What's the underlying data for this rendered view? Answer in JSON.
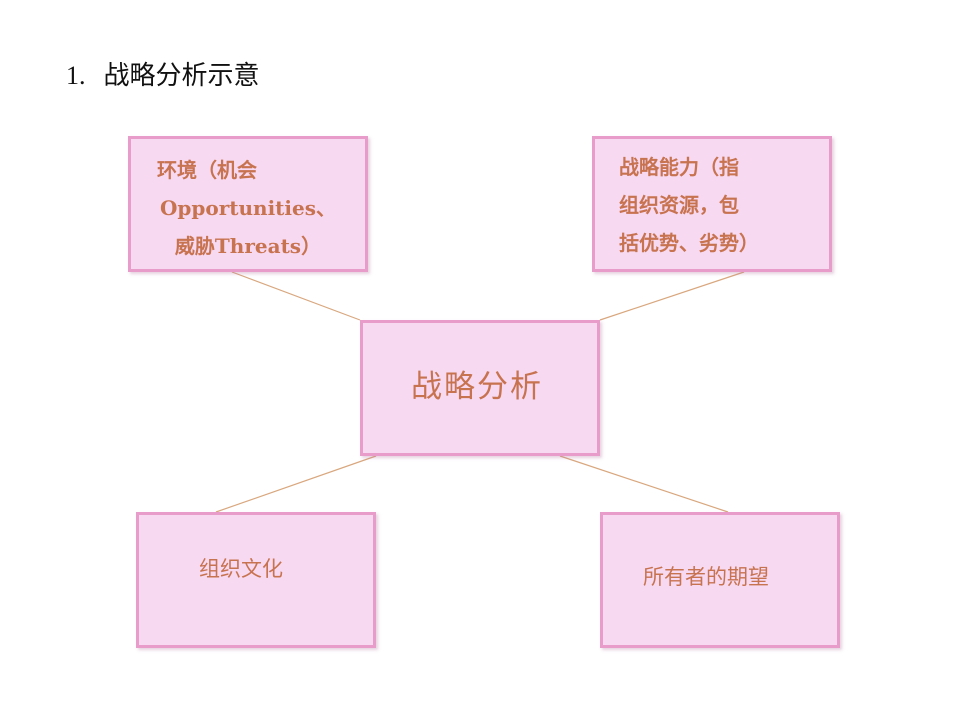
{
  "slide": {
    "number": "1.",
    "title": "战略分析示意"
  },
  "diagram": {
    "center": "战略分析",
    "environment": {
      "line1": "环境（机会",
      "line2": "Opportunities、",
      "line3": "威胁Threats）"
    },
    "capability": {
      "line1": "战略能力（指",
      "line2": "组织资源，包",
      "line3": "括优势、劣势）"
    },
    "culture": "组织文化",
    "owners": "所有者的期望"
  },
  "colors": {
    "box_fill": "#f7d9f2",
    "box_border": "#e79cc9",
    "text": "#c8734f",
    "connector": "#d9a77e"
  }
}
